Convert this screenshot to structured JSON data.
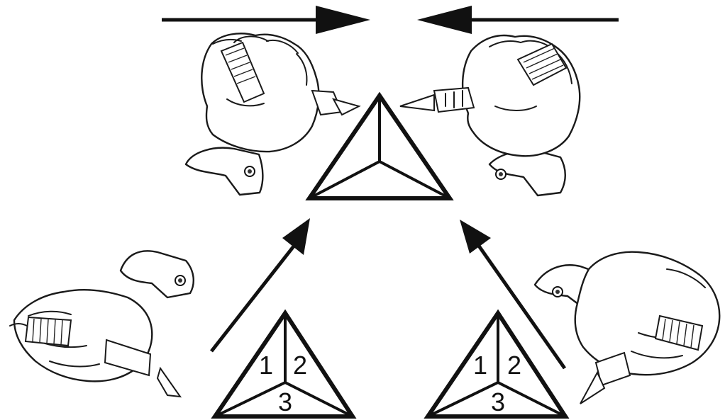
{
  "small_triangles": [
    {
      "segments": {
        "one": "1",
        "two": "2",
        "three": "3"
      }
    },
    {
      "segments": {
        "one": "1",
        "two": "2",
        "three": "3"
      }
    }
  ]
}
